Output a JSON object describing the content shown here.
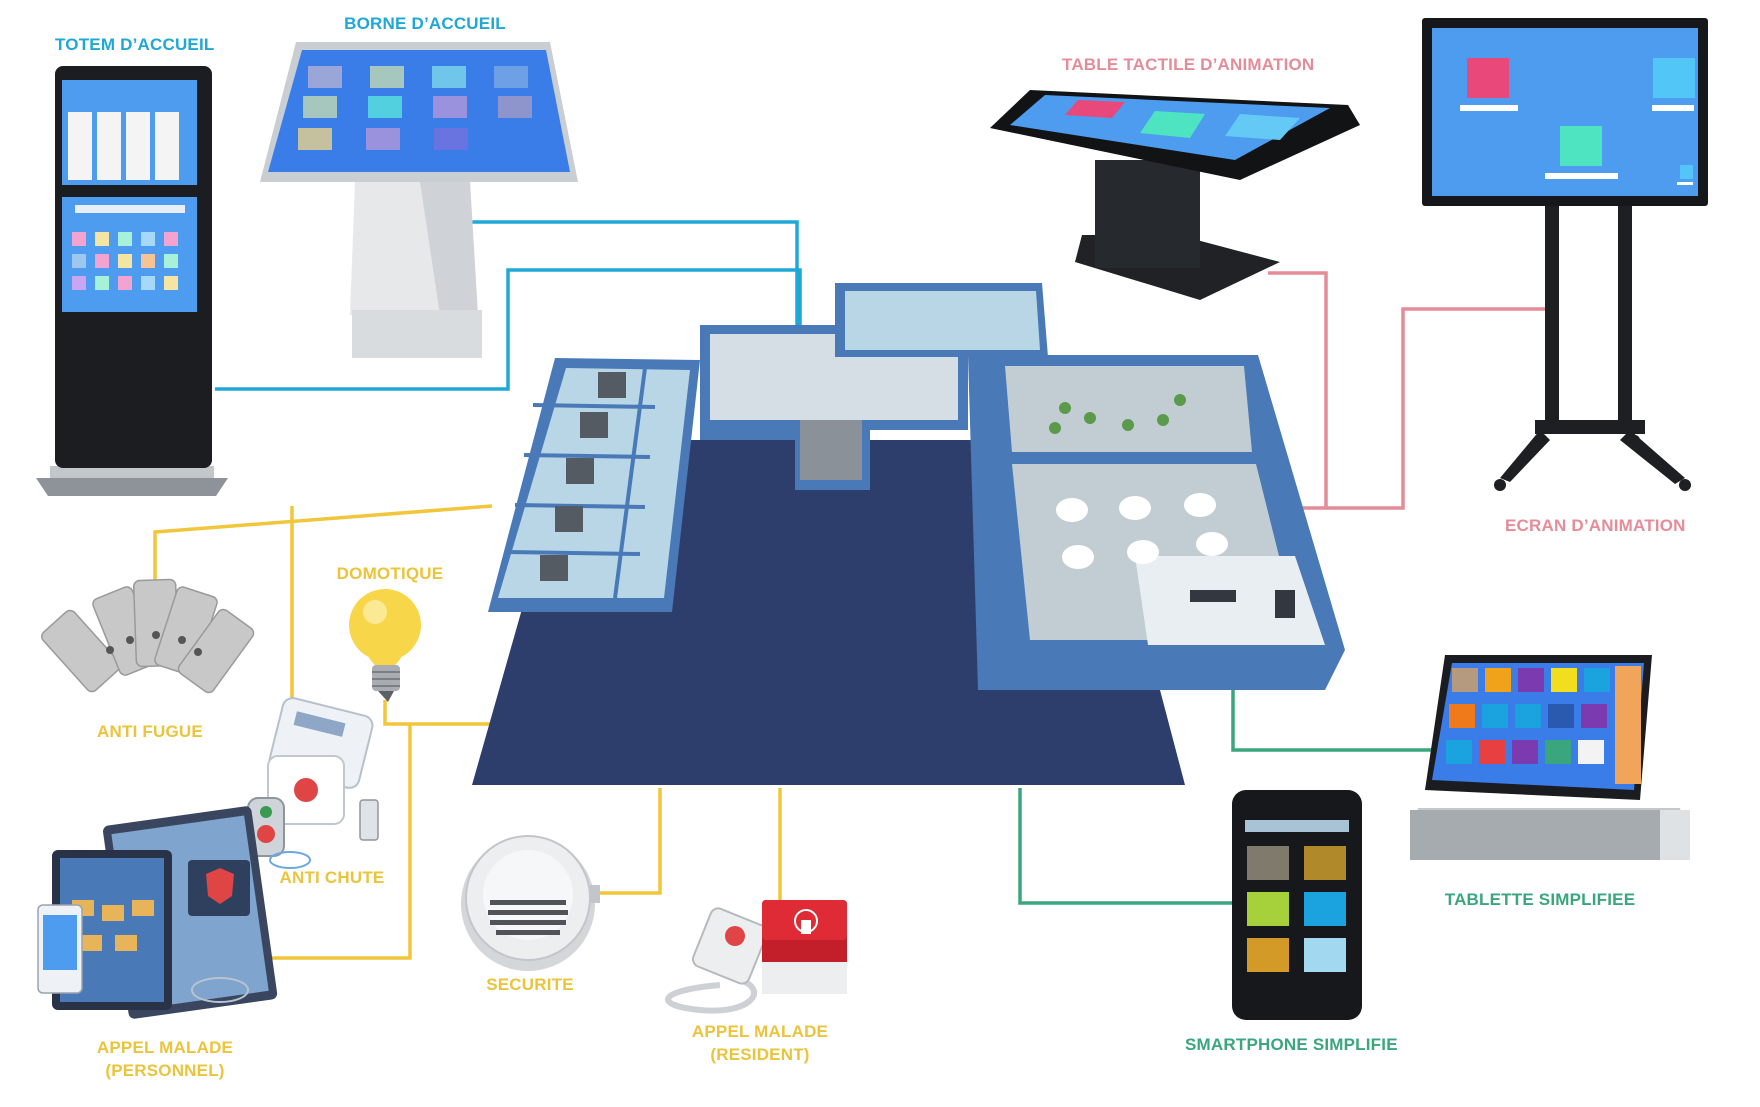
{
  "labels": {
    "totem": "TOTEM D’ACCUEIL",
    "borne": "BORNE D’ACCUEIL",
    "table": "TABLE TACTILE D’ANIMATION",
    "ecran": "ECRAN D’ANIMATION",
    "domotique": "DOMOTIQUE",
    "anti_fugue": "ANTI FUGUE",
    "anti_chute": "ANTI CHUTE",
    "appel_personnel_1": "APPEL MALADE",
    "appel_personnel_2": "(PERSONNEL)",
    "securite": "SECURITE",
    "appel_resident_1": "APPEL MALADE",
    "appel_resident_2": "(RESIDENT)",
    "smartphone": "SMARTPHONE SIMPLIFIE",
    "tablette": "TABLETTE SIMPLIFIEE"
  },
  "colors": {
    "blue_link": "#1fa8d6",
    "pink_link": "#e58c99",
    "yellow_link": "#f2c63a",
    "green_link": "#3aa67e",
    "floor_dark": "#2e3e6c",
    "wall_blue": "#4a79b8",
    "screen_blue": "#4d9cf0"
  },
  "icons": {
    "totem": "kiosk-totem-icon",
    "borne": "kiosk-stand-icon",
    "table": "touch-table-icon",
    "ecran": "display-stand-icon",
    "domotique": "light-bulb-icon",
    "anti_fugue": "rfid-tags-icon",
    "anti_chute": "fall-alarm-icon",
    "appel_personnel": "nurse-call-tablets-icon",
    "securite": "smoke-detector-icon",
    "appel_resident": "call-button-icon",
    "smartphone": "smartphone-icon",
    "tablette": "tablet-icon",
    "building": "floor-plan-icon"
  }
}
